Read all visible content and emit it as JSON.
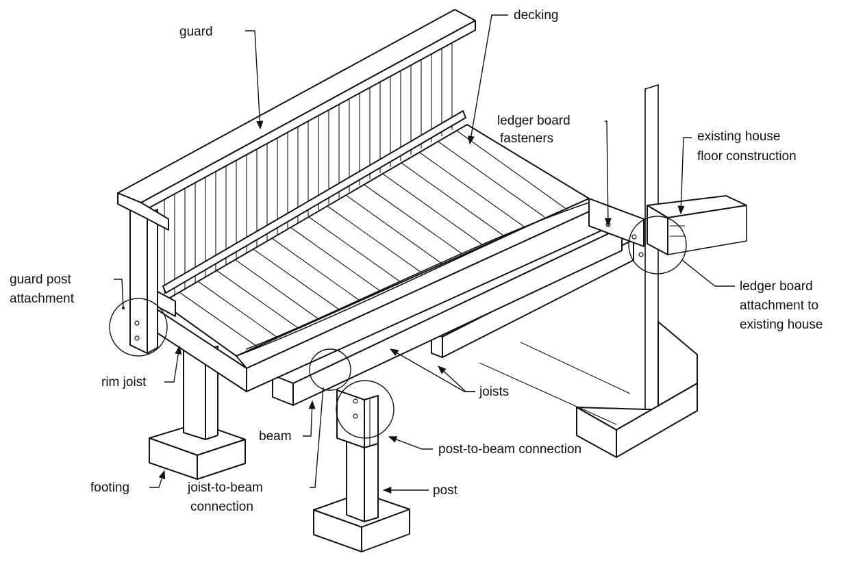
{
  "labels": {
    "guard": "guard",
    "decking": "decking",
    "ledger_board_fasteners_1": "ledger board",
    "ledger_board_fasteners_2": "fasteners",
    "existing_house_floor_1": "existing house",
    "existing_house_floor_2": "floor construction",
    "guard_post_attachment_1": "guard post",
    "guard_post_attachment_2": "attachment",
    "ledger_attachment_1": "ledger board",
    "ledger_attachment_2": "attachment to",
    "ledger_attachment_3": "existing house",
    "rim_joist": "rim joist",
    "joists": "joists",
    "beam": "beam",
    "post_to_beam": "post-to-beam connection",
    "footing": "footing",
    "joist_to_beam_1": "joist-to-beam",
    "joist_to_beam_2": "connection",
    "post": "post"
  },
  "colors": {
    "line": "#111111",
    "background": "#ffffff"
  }
}
